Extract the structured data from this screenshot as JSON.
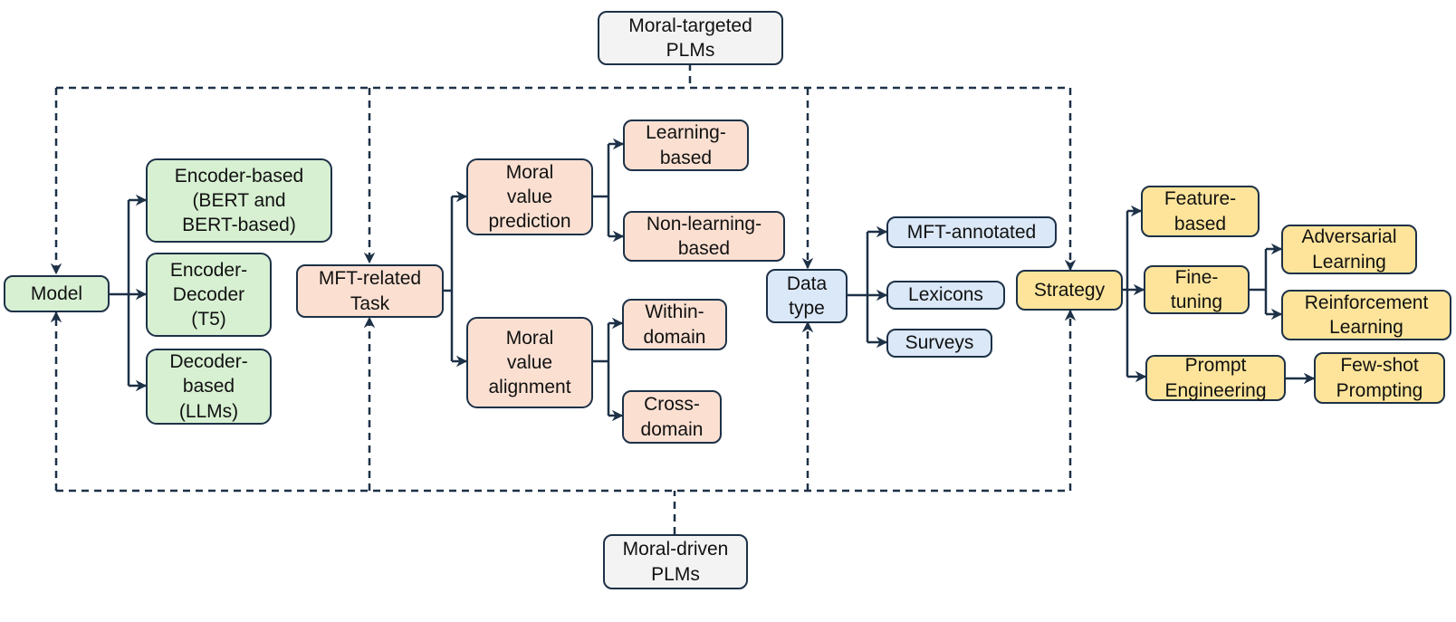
{
  "colors": {
    "line": "#1d3147",
    "model_fill": "#d7f0d2",
    "task_fill": "#fbe0d2",
    "datatype_fill": "#dbe8f8",
    "strategy_fill": "#fde49a",
    "root_fill": "#f3f3f3"
  },
  "nodes": {
    "moral_targeted": "Moral-targeted\nPLMs",
    "moral_driven": "Moral-driven\nPLMs",
    "model": "Model",
    "encoder_based": "Encoder-based\n(BERT and\nBERT-based)",
    "encoder_decoder": "Encoder-\nDecoder\n(T5)",
    "decoder_based": "Decoder-\nbased\n(LLMs)",
    "mft_task": "MFT-related\nTask",
    "moral_prediction": "Moral\nvalue\nprediction",
    "moral_alignment": "Moral\nvalue\nalignment",
    "learning_based": "Learning-\nbased",
    "non_learning_based": "Non-learning-\nbased",
    "within_domain": "Within-\ndomain",
    "cross_domain": "Cross-\ndomain",
    "data_type": "Data\ntype",
    "mft_annotated": "MFT-annotated",
    "lexicons": "Lexicons",
    "surveys": "Surveys",
    "strategy": "Strategy",
    "feature_based": "Feature-\nbased",
    "fine_tuning": "Fine-\ntuning",
    "prompt_engineering": "Prompt\nEngineering",
    "adversarial_learning": "Adversarial\nLearning",
    "reinforcement_learning": "Reinforcement\nLearning",
    "few_shot_prompting": "Few-shot\nPrompting"
  }
}
